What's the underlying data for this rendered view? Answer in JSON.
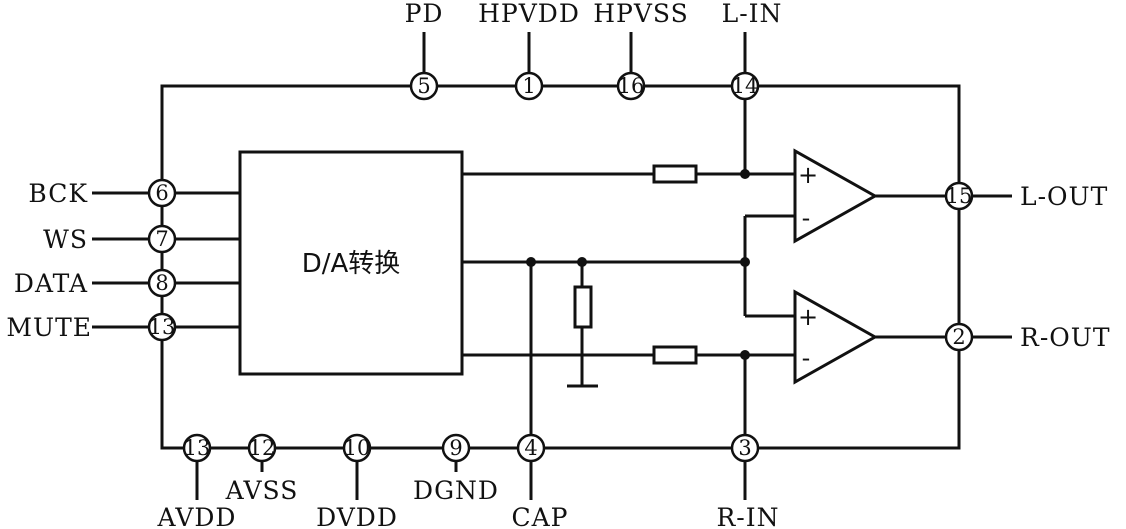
{
  "diagram": {
    "converter_label": "D/A转换",
    "top_pins": [
      {
        "num": "5",
        "label": "PD"
      },
      {
        "num": "1",
        "label": "HPVDD"
      },
      {
        "num": "16",
        "label": "HPVSS"
      },
      {
        "num": "14",
        "label": "L-IN"
      }
    ],
    "left_pins": [
      {
        "num": "6",
        "label": "BCK"
      },
      {
        "num": "7",
        "label": "WS"
      },
      {
        "num": "8",
        "label": "DATA"
      },
      {
        "num": "13",
        "label": "MUTE"
      }
    ],
    "right_pins": [
      {
        "num": "15",
        "label": "L-OUT"
      },
      {
        "num": "2",
        "label": "R-OUT"
      }
    ],
    "bottom_pins": [
      {
        "num": "13",
        "label": "AVDD"
      },
      {
        "num": "12",
        "label": "AVSS"
      },
      {
        "num": "10",
        "label": "DVDD"
      },
      {
        "num": "9",
        "label": "DGND"
      },
      {
        "num": "4",
        "label": "CAP"
      },
      {
        "num": "3",
        "label": "R-IN"
      }
    ],
    "opamp_signs": {
      "plus": "+",
      "minus": "-"
    }
  }
}
